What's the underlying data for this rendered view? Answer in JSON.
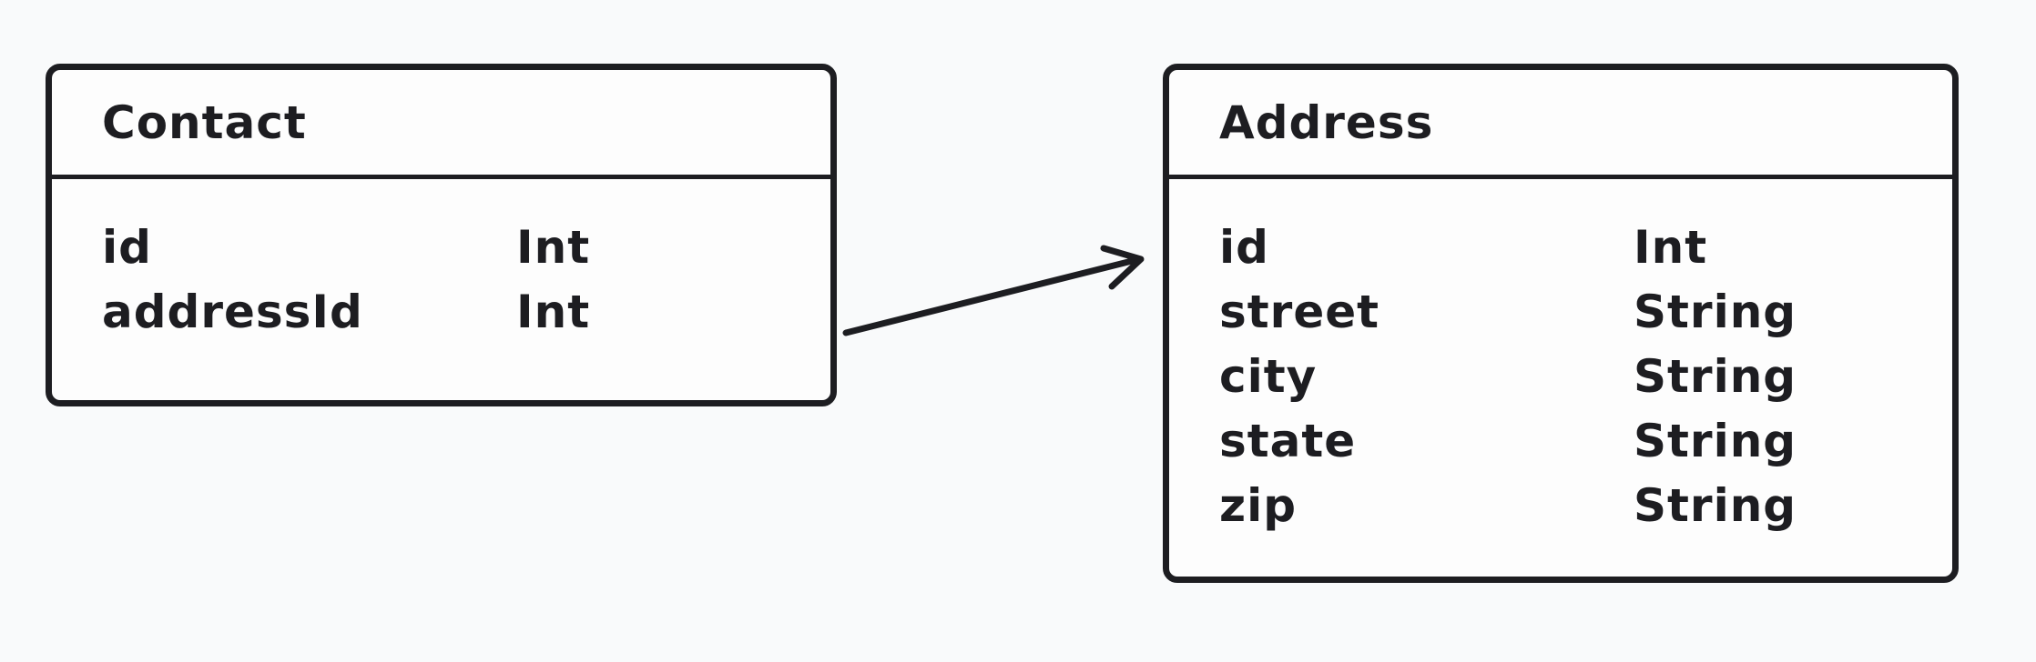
{
  "canvas": {
    "background": "#f9fafb",
    "stroke_color": "#1d1d21",
    "shape_fill": "#fdfdfd",
    "text_color": "#1d1d21"
  },
  "diagram": {
    "type": "entity-relation",
    "entities": [
      {
        "name": "Contact",
        "fields": [
          {
            "name": "id",
            "type": "Int"
          },
          {
            "name": "addressId",
            "type": "Int"
          }
        ]
      },
      {
        "name": "Address",
        "fields": [
          {
            "name": "id",
            "type": "Int"
          },
          {
            "name": "street",
            "type": "String"
          },
          {
            "name": "city",
            "type": "String"
          },
          {
            "name": "state",
            "type": "String"
          },
          {
            "name": "zip",
            "type": "String"
          }
        ]
      }
    ],
    "relations": [
      {
        "from": "Contact",
        "to": "Address"
      }
    ]
  }
}
